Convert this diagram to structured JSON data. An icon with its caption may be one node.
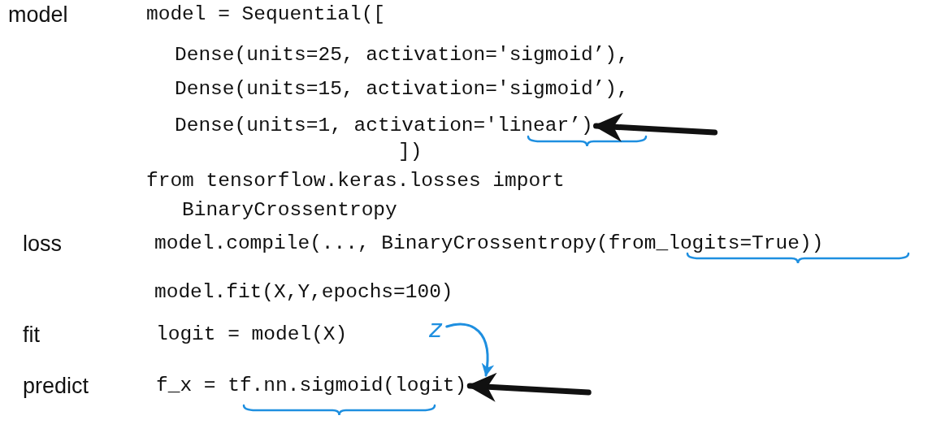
{
  "diagram": {
    "nodes": [
      {
        "text": [
          "Dense(units=1, activation='linear’)"
        ]
      },
      {
        "text": [
          "z"
        ]
      },
      {
        "text": [
          "f_x = tf.nn.sigmoid(logit)"
        ]
      }
    ],
    "edges": [
      {
        "from": null,
        "to": 0,
        "arrow": "to"
      },
      {
        "from": 1,
        "to": 2,
        "arrow": "to",
        "color": "#1e8fe0"
      },
      {
        "from": null,
        "to": 2,
        "arrow": "to"
      }
    ],
    "labels": [
      "model",
      "model = Sequential([",
      "Dense(units=25, activation='sigmoid’),",
      "Dense(units=15, activation='sigmoid’),",
      "])",
      "from tensorflow.keras.losses import BinaryCrossentropy",
      "loss",
      "model.compile(..., BinaryCrossentropy(from_logits=True))",
      "model.fit(X,Y,epochs=100)",
      "fit",
      "logit = model(X)",
      "predict"
    ]
  }
}
